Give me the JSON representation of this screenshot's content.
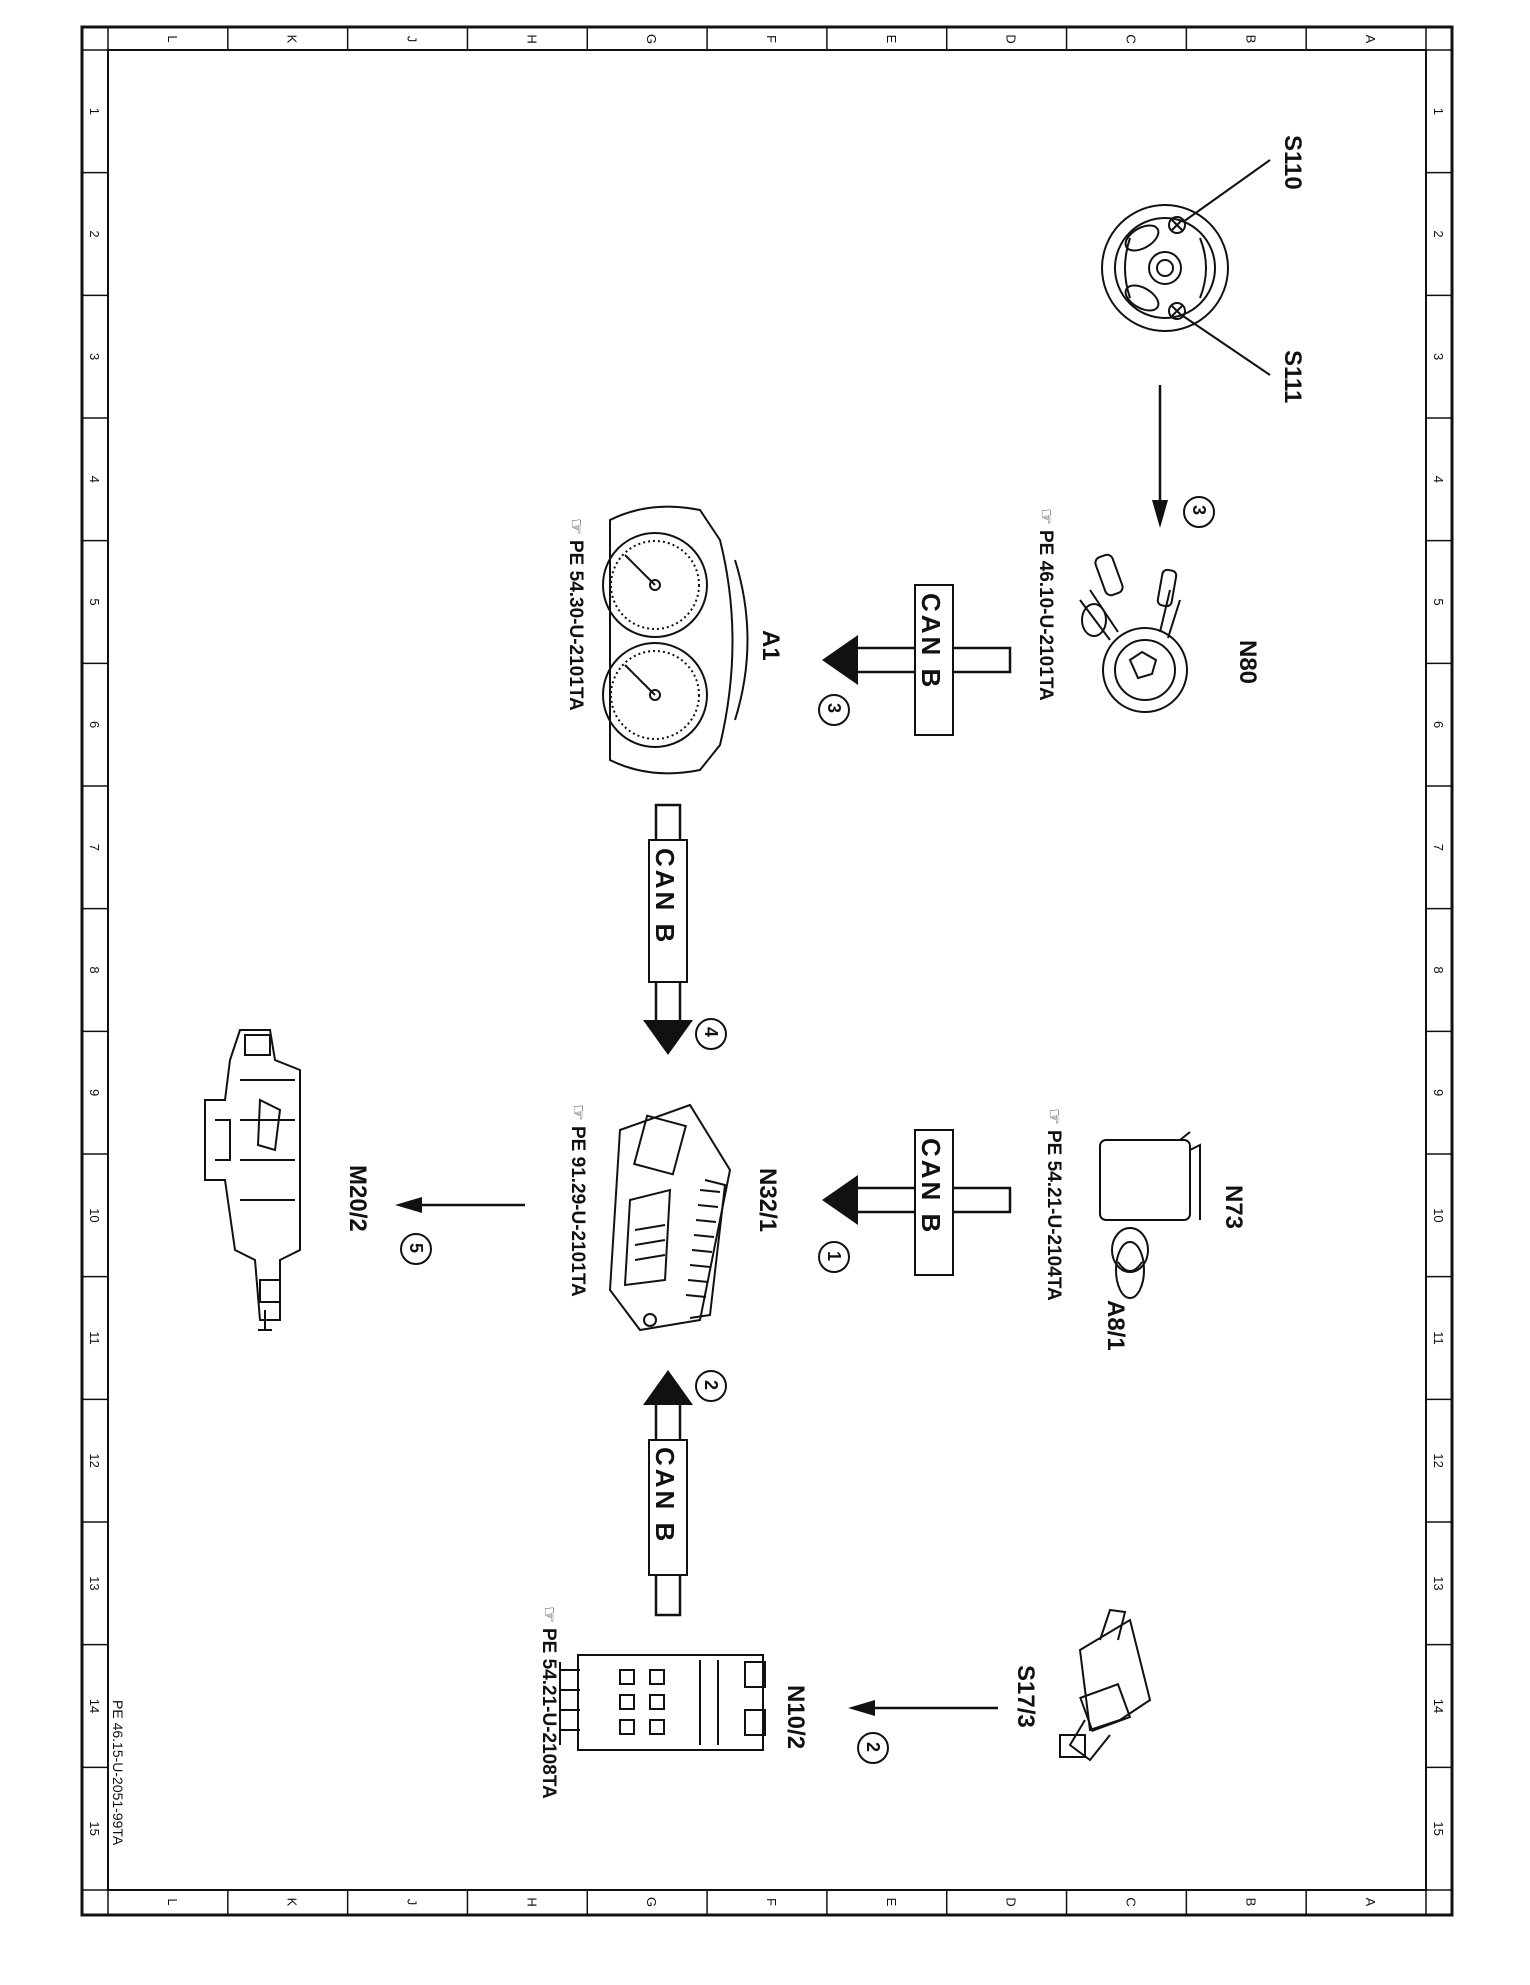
{
  "frame": {
    "letters": [
      "A",
      "B",
      "C",
      "D",
      "E",
      "F",
      "G",
      "H",
      "J",
      "K",
      "L"
    ],
    "numbers": [
      "1",
      "2",
      "3",
      "4",
      "5",
      "6",
      "7",
      "8",
      "9",
      "10",
      "11",
      "12",
      "13",
      "14",
      "15"
    ],
    "drawing_id": "PE 46.15-U-2051-99TA"
  },
  "components": {
    "s110": "S110",
    "s111": "S111",
    "n80": "N80",
    "a1": "A1",
    "n73": "N73",
    "a8_1": "A8/1",
    "n32_1": "N32/1",
    "m20_2": "M20/2",
    "s17_3": "S17/3",
    "n10_2": "N10/2"
  },
  "references": {
    "n80_ref": "PE 46.10-U-2101TA",
    "a1_ref": "PE 54.30-U-2101TA",
    "n73_ref": "PE 54.21-U-2104TA",
    "n32_ref": "PE 91.29-U-2101TA",
    "n10_ref": "PE 54.21-U-2108TA"
  },
  "bus_label": "CAN B",
  "steps": {
    "s1": "1",
    "s2a": "2",
    "s2b": "2",
    "s3a": "3",
    "s3b": "3",
    "s4": "4",
    "s5": "5"
  },
  "colors": {
    "ink": "#111111",
    "paper": "#ffffff"
  }
}
